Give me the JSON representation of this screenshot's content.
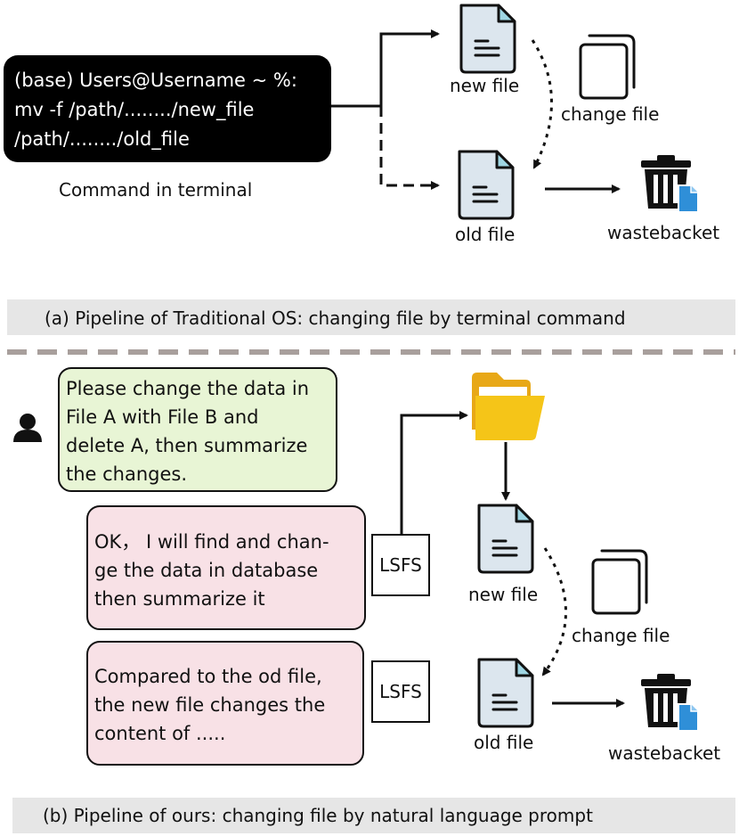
{
  "part_a": {
    "terminal_lines": [
      "(base) Users@Username ~ %:",
      "mv -f /path/......../new_file",
      "/path/......../old_file"
    ],
    "terminal_caption": "Command in terminal",
    "new_file_label": "new file",
    "old_file_label": "old file",
    "change_file_label": "change file",
    "wastebasket_label": "wastebacket",
    "caption": "(a) Pipeline of Traditional OS: changing file by terminal command"
  },
  "part_b": {
    "user_prompt_lines": [
      "Please change the data in",
      "File A with File B and",
      "delete A, then summarize",
      "the changes."
    ],
    "response1_lines": [
      "OK， I will find and chan-",
      "ge the data in database",
      "then summarize it"
    ],
    "response2_lines": [
      "Compared to the od file,",
      "the new file changes the",
      "content of ....."
    ],
    "lsfs_label_1": "LSFS",
    "lsfs_label_2": "LSFS",
    "new_file_label": "new file",
    "old_file_label": "old file",
    "change_file_label": "change file",
    "wastebasket_label": "wastebacket",
    "caption": "(b)  Pipeline of ours: changing file by natural language prompt"
  },
  "colors": {
    "terminal_bg": "#000000",
    "prompt_bg": "#e8f5d5",
    "response_bg": "#f8e1e6",
    "file_fill": "#dce6ee",
    "file_fold": "#9fd6e3",
    "folder_yellow": "#f5c518",
    "caption_bg": "#e6e6e6",
    "separator": "#a89f9c",
    "doc_blue": "#2f8fd8"
  }
}
